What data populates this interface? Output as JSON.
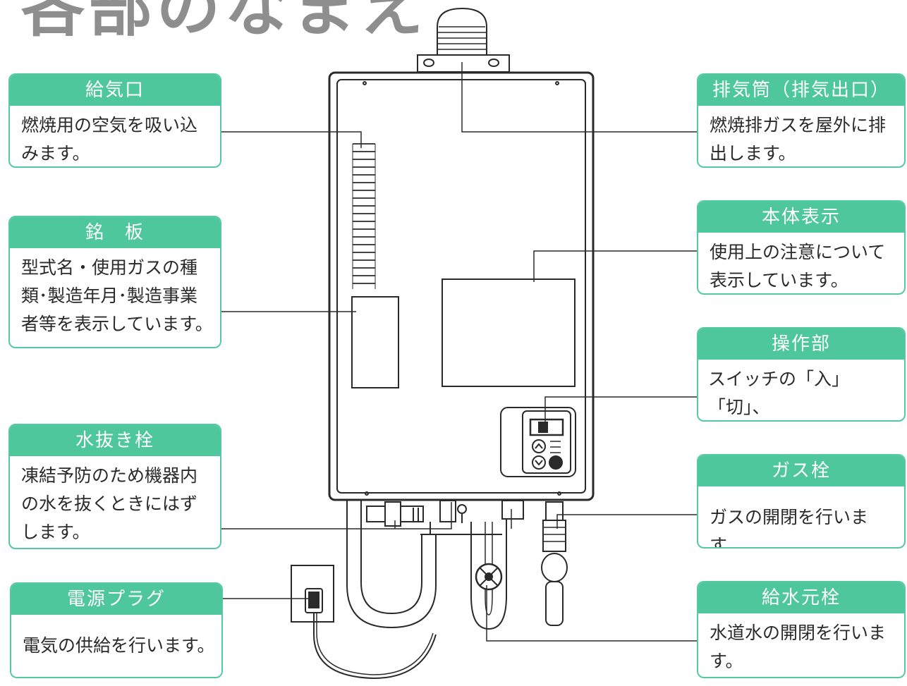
{
  "page_heading": "各部のなまえ",
  "callouts": {
    "air_intake": {
      "title": "給気口",
      "desc": "燃焼用の空気を吸い込\nみます。"
    },
    "nameplate": {
      "title": "銘　板",
      "desc": "型式名・使用ガスの種\n類･製造年月･製造事業\n者等を表示しています。"
    },
    "drain_plug": {
      "title": "水抜き栓",
      "desc": "凍結予防のため機器内\nの水を抜くときにはず\nします。"
    },
    "power_plug": {
      "title": "電源プラグ",
      "desc": "電気の供給を行います。"
    },
    "exhaust": {
      "title": "排気筒（排気出口）",
      "desc": "燃焼排ガスを屋外に排\n出します。"
    },
    "body_label": {
      "title": "本体表示",
      "desc": "使用上の注意について\n表示しています。"
    },
    "controls": {
      "title": "操作部",
      "desc": "スイッチの「入」「切」、\n湯温調節等を行います。"
    },
    "gas_valve": {
      "title": "ガス栓",
      "desc": "ガスの開閉を行います。"
    },
    "water_valve": {
      "title": "給水元栓",
      "desc": "水道水の開閉を行いま\nす。"
    }
  },
  "colors": {
    "accent": "#4fc79d",
    "border": "#55c9a2",
    "line": "#2a2a2a"
  }
}
